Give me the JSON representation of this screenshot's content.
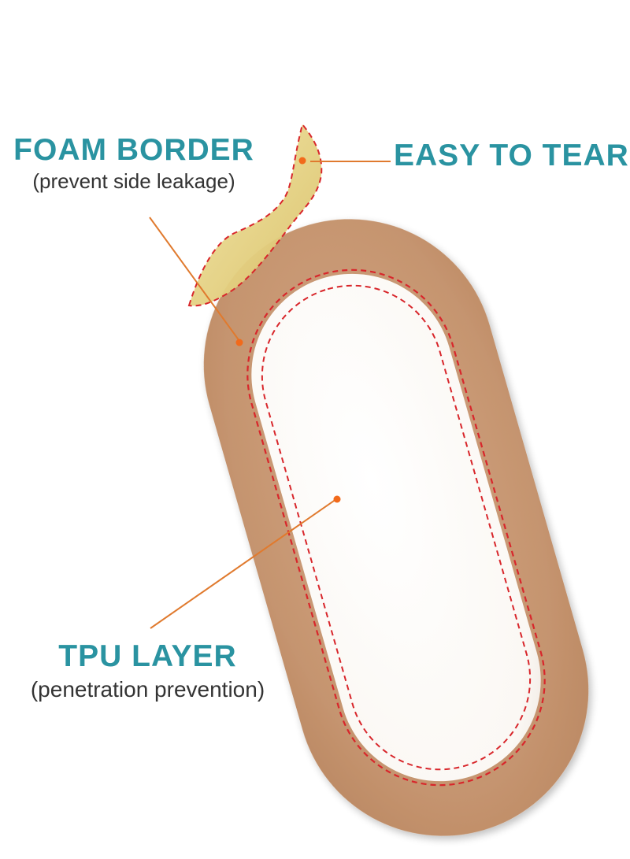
{
  "colors": {
    "label_teal": "#2a93a1",
    "subtitle_gray": "#333333",
    "callout_orange": "#e07a2e",
    "dashed_red": "#d8262b",
    "foam_tan": "#c99a76",
    "pad_white": "#fdfbf8",
    "liner_yellow": "#e7d68a"
  },
  "labels": {
    "foam_border": {
      "title": "FOAM BORDER",
      "subtitle": "(prevent side leakage)"
    },
    "easy_to_tear": {
      "title": "EASY TO TEAR"
    },
    "tpu_layer": {
      "title": "TPU LAYER",
      "subtitle": "(penetration prevention)"
    }
  }
}
